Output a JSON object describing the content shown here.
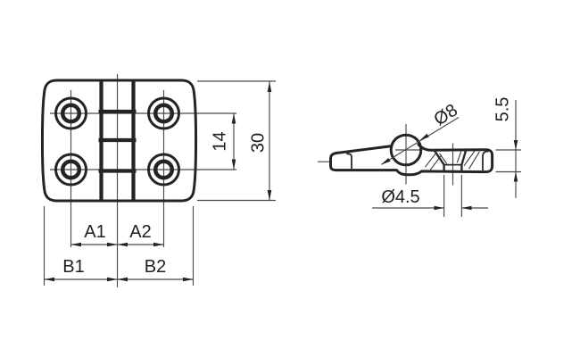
{
  "front_view": {
    "labels": {
      "a1": "A1",
      "a2": "A2",
      "b1": "B1",
      "b2": "B2",
      "hole_spacing": "14",
      "height": "30"
    }
  },
  "side_view": {
    "labels": {
      "barrel_diameter": "Ø8",
      "leaf_height": "5.5",
      "hole_diameter": "Ø4.5"
    }
  },
  "colors": {
    "line": "#242424",
    "thin_line": "#4a4a4a",
    "text": "#1f1f1f",
    "background": "#ffffff"
  }
}
